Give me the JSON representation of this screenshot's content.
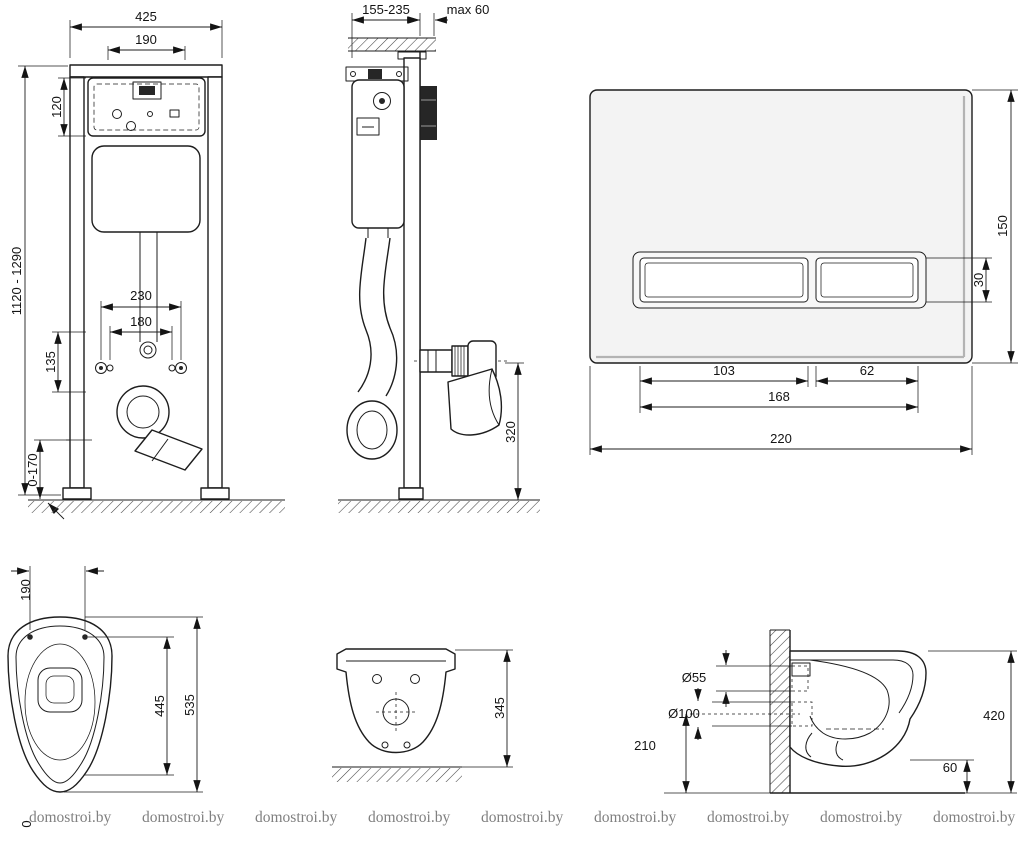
{
  "watermark": {
    "text": "domostroi.by"
  },
  "views": {
    "frame_front": {
      "dims": {
        "width": "425",
        "tank_width": "190",
        "tank_height": "120",
        "height_range": "1120 - 1290",
        "fixing_spacing": "230",
        "drain_spacing": "180",
        "outlet_offset": "135",
        "foot_adjust": "0-170"
      }
    },
    "frame_side": {
      "dims": {
        "depth_range": "155-235",
        "max_wall_thickness": "max 60",
        "outlet_height": "320"
      }
    },
    "flush_plate": {
      "dims": {
        "height": "150",
        "button_height": "30",
        "big_button_width": "103",
        "small_button_width": "62",
        "buttons_width": "168",
        "width": "220"
      }
    },
    "bowl_top": {
      "dims": {
        "fixing_spacing": "190",
        "rim_length": "445",
        "length": "535",
        "partial_digit": "0"
      }
    },
    "bowl_front": {
      "dims": {
        "height": "345"
      }
    },
    "bowl_side": {
      "dims": {
        "inlet_diameter": "Ø55",
        "outlet_diameter": "Ø100",
        "outlet_axis_height": "210",
        "height": "420",
        "bottom_clearance": "60"
      }
    }
  }
}
